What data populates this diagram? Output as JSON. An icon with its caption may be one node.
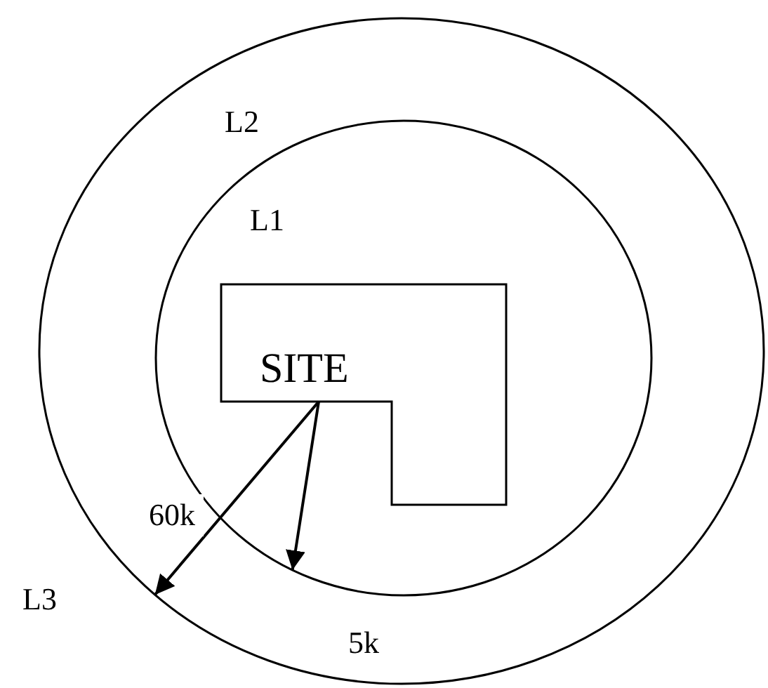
{
  "diagram": {
    "nodes": [
      {
        "text": [],
        "shape": "circle"
      },
      {
        "text": [],
        "shape": "circle",
        "in": 0
      },
      {
        "text": [
          "SITE"
        ],
        "in": 1
      }
    ],
    "edges": [
      {
        "from": 2,
        "to": 0,
        "arrow": "to",
        "label": "60k"
      },
      {
        "from": 2,
        "to": 1,
        "arrow": "to"
      }
    ],
    "labels": [
      "L2",
      "L1",
      "L3",
      "5k"
    ]
  }
}
